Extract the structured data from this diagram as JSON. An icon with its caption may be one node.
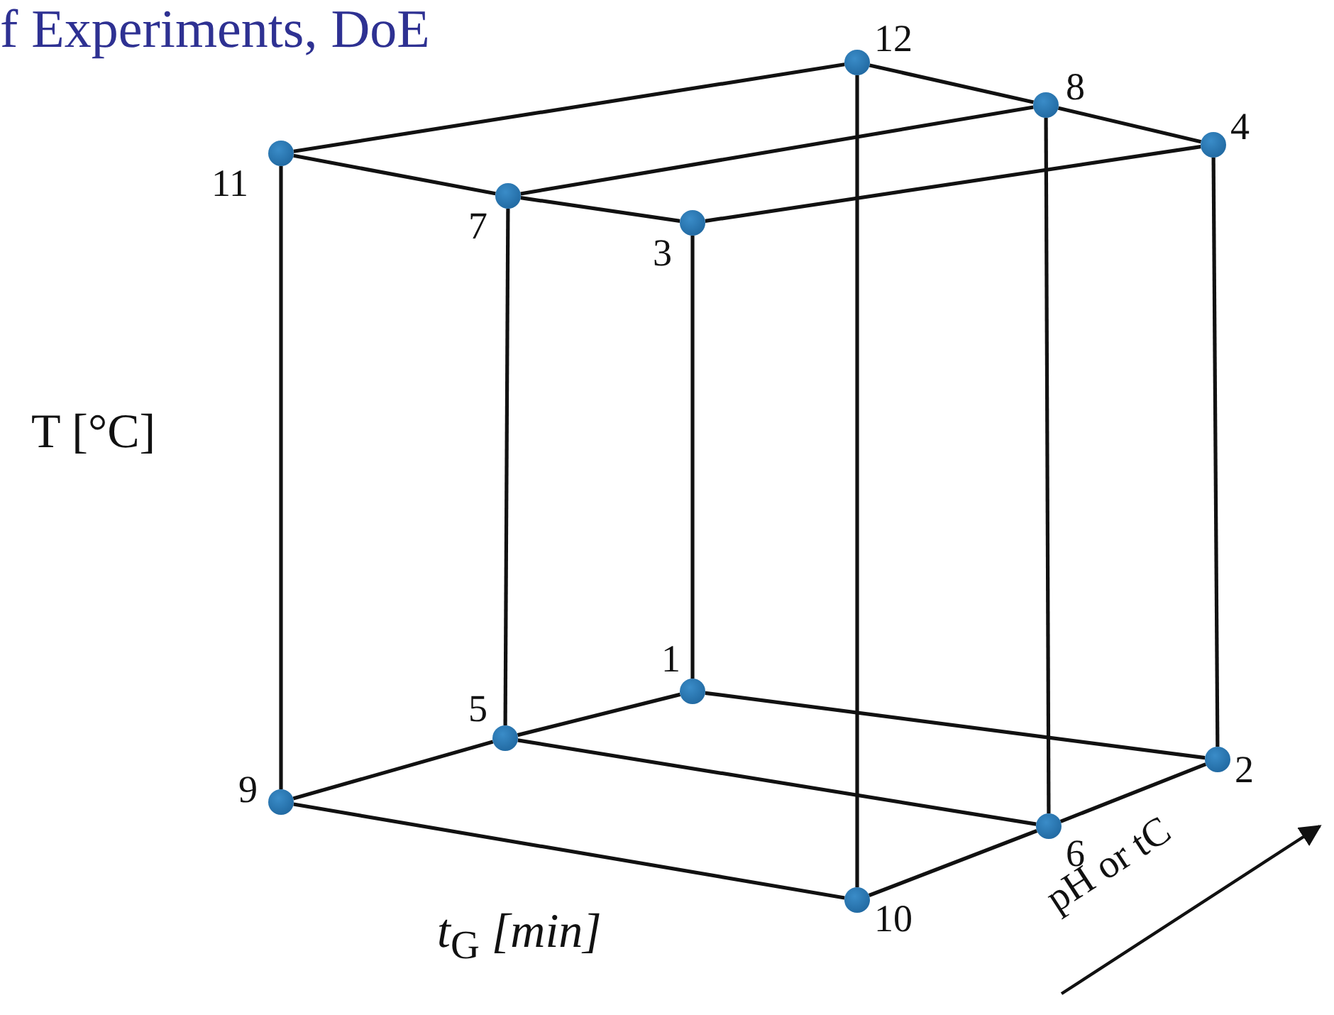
{
  "diagram": {
    "title": "f Experiments, DoE",
    "nodes": [
      {
        "text": [],
        "shape": "circle",
        "beside": [
          "12"
        ]
      },
      {
        "text": [],
        "shape": "circle",
        "beside": [
          "8"
        ]
      },
      {
        "text": [],
        "shape": "circle",
        "beside": [
          "4"
        ]
      },
      {
        "text": [],
        "shape": "circle",
        "beside": [
          "11"
        ]
      },
      {
        "text": [],
        "shape": "circle",
        "beside": [
          "7"
        ]
      },
      {
        "text": [],
        "shape": "circle",
        "beside": [
          "3"
        ]
      },
      {
        "text": [],
        "shape": "circle",
        "beside": [
          "1"
        ]
      },
      {
        "text": [],
        "shape": "circle",
        "beside": [
          "5"
        ]
      },
      {
        "text": [],
        "shape": "circle",
        "beside": [
          "9"
        ]
      },
      {
        "text": [],
        "shape": "circle",
        "beside": [
          "2"
        ]
      },
      {
        "text": [],
        "shape": "circle",
        "beside": [
          "6"
        ]
      },
      {
        "text": [],
        "shape": "circle",
        "beside": [
          "10"
        ]
      }
    ],
    "edges": [
      {
        "from": 3,
        "to": 0,
        "arrow": "none"
      },
      {
        "from": 0,
        "to": 1,
        "arrow": "none"
      },
      {
        "from": 1,
        "to": 2,
        "arrow": "none"
      },
      {
        "from": 3,
        "to": 4,
        "arrow": "none"
      },
      {
        "from": 4,
        "to": 5,
        "arrow": "none"
      },
      {
        "from": 4,
        "to": 1,
        "arrow": "none"
      },
      {
        "from": 5,
        "to": 2,
        "arrow": "none"
      },
      {
        "from": 3,
        "to": 8,
        "arrow": "none"
      },
      {
        "from": 4,
        "to": 7,
        "arrow": "none"
      },
      {
        "from": 5,
        "to": 6,
        "arrow": "none"
      },
      {
        "from": 0,
        "to": 11,
        "arrow": "none"
      },
      {
        "from": 1,
        "to": 10,
        "arrow": "none"
      },
      {
        "from": 2,
        "to": 9,
        "arrow": "none"
      },
      {
        "from": 8,
        "to": 7,
        "arrow": "none"
      },
      {
        "from": 7,
        "to": 6,
        "arrow": "none"
      },
      {
        "from": 6,
        "to": 9,
        "arrow": "none"
      },
      {
        "from": 8,
        "to": 11,
        "arrow": "none"
      },
      {
        "from": 7,
        "to": 10,
        "arrow": "none"
      },
      {
        "from": 11,
        "to": 10,
        "arrow": "none"
      },
      {
        "from": 10,
        "to": 9,
        "arrow": "none"
      }
    ],
    "labels": [
      "T [°C]",
      "*t*$_{G}$ *[min]*",
      "pH or tC"
    ]
  }
}
